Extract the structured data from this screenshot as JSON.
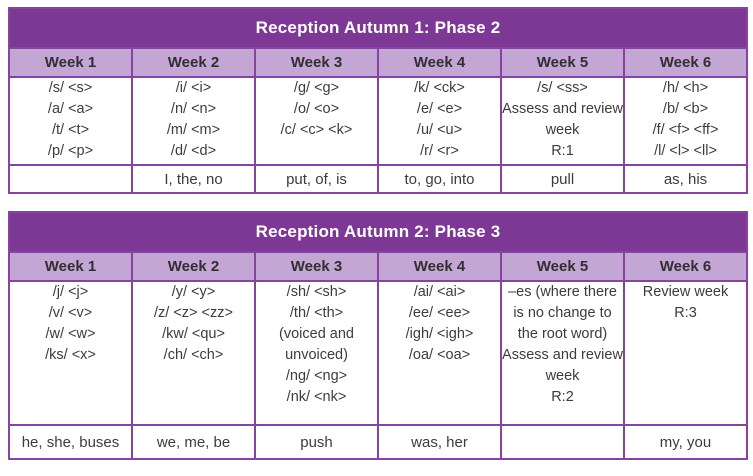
{
  "colors": {
    "title_bg": "#7c3894",
    "title_text": "#ffffff",
    "week_header_bg": "#c3a6d3",
    "week_header_text": "#322e31",
    "border": "#8643a0",
    "body_text": "#3f3b3d",
    "cell_bg": "#ffffff"
  },
  "tables": [
    {
      "title": "Reception Autumn 1: Phase 2",
      "week_headers": [
        "Week 1",
        "Week 2",
        "Week 3",
        "Week 4",
        "Week 5",
        "Week 6"
      ],
      "phonemes": [
        [
          "/s/ <s>",
          "/a/ <a>",
          "/t/ <t>",
          "/p/ <p>"
        ],
        [
          "/i/ <i>",
          "/n/ <n>",
          "/m/ <m>",
          "/d/ <d>"
        ],
        [
          "/g/ <g>",
          "/o/ <o>",
          "/c/ <c> <k>"
        ],
        [
          "/k/ <ck>",
          "/e/ <e>",
          "/u/ <u>",
          "/r/ <r>"
        ],
        [
          "/s/ <ss>",
          "Assess and review week",
          "R:1"
        ],
        [
          "/h/ <h>",
          "/b/ <b>",
          "/f/ <f> <ff>",
          "/l/ <l> <ll>"
        ]
      ],
      "tricky_words": [
        "",
        "I, the, no",
        "put, of, is",
        "to, go, into",
        "pull",
        "as, his"
      ]
    },
    {
      "title": "Reception Autumn 2: Phase 3",
      "week_headers": [
        "Week 1",
        "Week 2",
        "Week 3",
        "Week 4",
        "Week 5",
        "Week 6"
      ],
      "phonemes": [
        [
          "/j/ <j>",
          "/v/ <v>",
          "/w/ <w>",
          "/ks/ <x>"
        ],
        [
          "/y/ <y>",
          "/z/ <z> <zz>",
          "/kw/ <qu>",
          "/ch/ <ch>"
        ],
        [
          "/sh/ <sh>",
          "/th/ <th>",
          "(voiced and unvoiced)",
          "/ng/ <ng>",
          "/nk/ <nk>"
        ],
        [
          "/ai/ <ai>",
          "/ee/ <ee>",
          "/igh/ <igh>",
          "/oa/ <oa>"
        ],
        [
          "–es (where there is no change to the root word)",
          "Assess and review week",
          "R:2"
        ],
        [
          "Review week",
          "R:3"
        ]
      ],
      "tricky_words": [
        "he, she, buses",
        "we, me, be",
        "push",
        "was, her",
        "",
        "my, you"
      ]
    }
  ]
}
